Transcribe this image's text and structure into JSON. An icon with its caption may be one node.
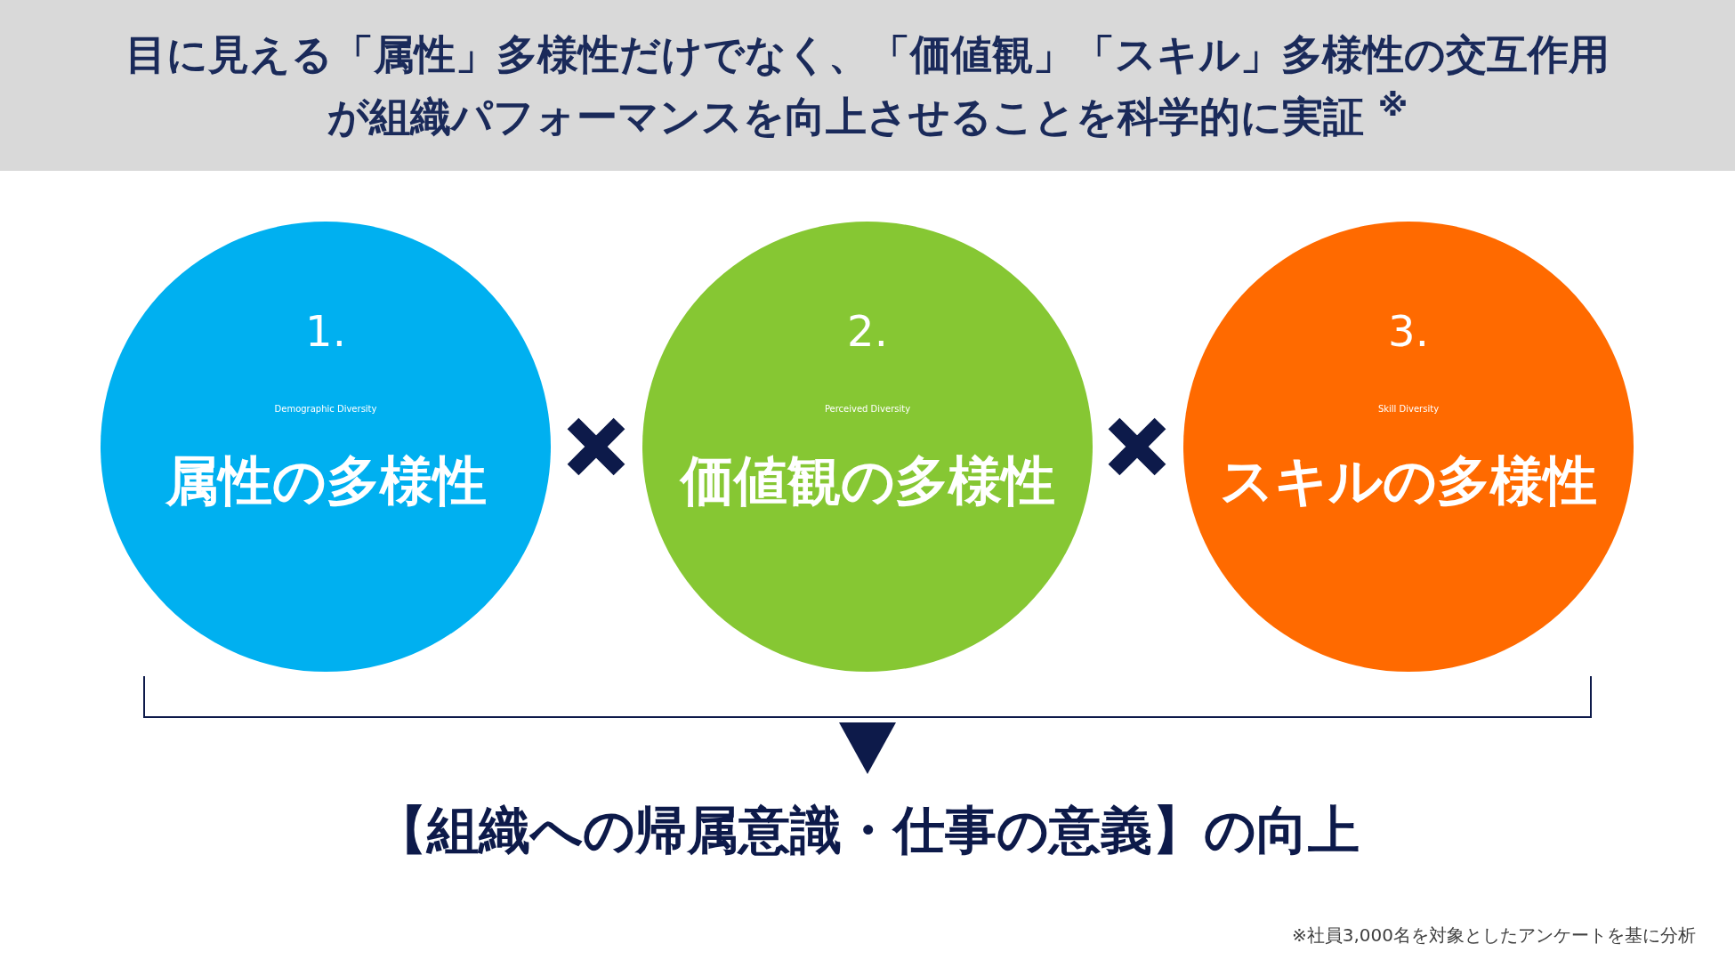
{
  "diagram": {
    "title": "目に見える「属性」多様性だけでなく、「価値観」「スキル」多様性の交互作用が組織パフォーマンスを向上させることを科学的に実証 $^{※}$",
    "nodes": [
      {
        "text": [
          "1.",
          "Demographic Diversity",
          "属性の多様性"
        ]
      },
      {
        "text": [
          "2.",
          "Perceived Diversity",
          "価値観の多様性"
        ]
      },
      {
        "text": [
          "3.",
          "Skill Diversity",
          "スキルの多様性"
        ]
      },
      {
        "text": [
          "【組織への帰属意識・仕事の意義】の向上"
        ]
      }
    ],
    "labels": [
      "※社員3,000名を対象としたアンケートを基に分析"
    ]
  }
}
